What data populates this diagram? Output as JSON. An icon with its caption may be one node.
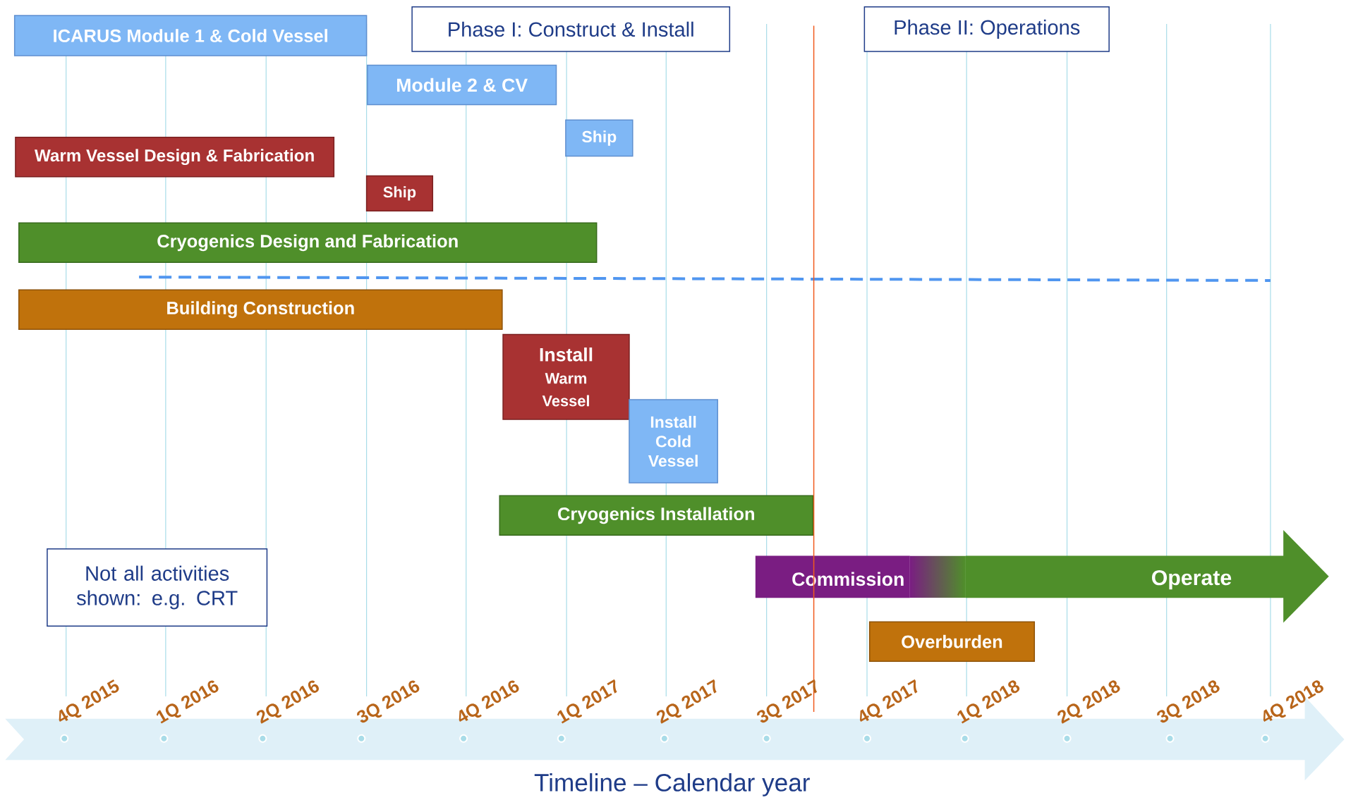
{
  "diagram": {
    "nodes": [
      {
        "text": [
          "ICARUS Module 1 & Cold Vessel"
        ]
      },
      {
        "text": [
          "Phase I: Construct & Install"
        ]
      },
      {
        "text": [
          "Phase II: Operations"
        ]
      },
      {
        "text": [
          "Module 2 & CV"
        ]
      },
      {
        "text": [
          "Ship"
        ]
      },
      {
        "text": [
          "Warm Vessel Design & Fabrication"
        ]
      },
      {
        "text": [
          "Ship"
        ]
      },
      {
        "text": [
          "Cryogenics  Design and Fabrication"
        ]
      },
      {
        "text": [
          "Building Construction"
        ]
      },
      {
        "text": [
          "Install",
          "Warm Vessel"
        ]
      },
      {
        "text": [
          "Install Cold Vessel"
        ]
      },
      {
        "text": [
          "Cryogenics Installation"
        ]
      },
      {
        "text": [
          "Not all activities shown: e.g. CRT"
        ]
      },
      {
        "text": [
          "Commission",
          "Operate"
        ]
      },
      {
        "text": [
          "Overburden"
        ]
      }
    ],
    "labels": [
      "4Q 2015",
      "1Q 2016",
      "2Q 2016",
      "3Q 2016",
      "4Q 2016",
      "1Q 2017",
      "2Q 2017",
      "3Q 2017",
      "4Q 2017",
      "1Q 2018",
      "2Q 2018",
      "3Q 2018",
      "4Q 2018",
      "Timeline – Calendar year"
    ]
  }
}
